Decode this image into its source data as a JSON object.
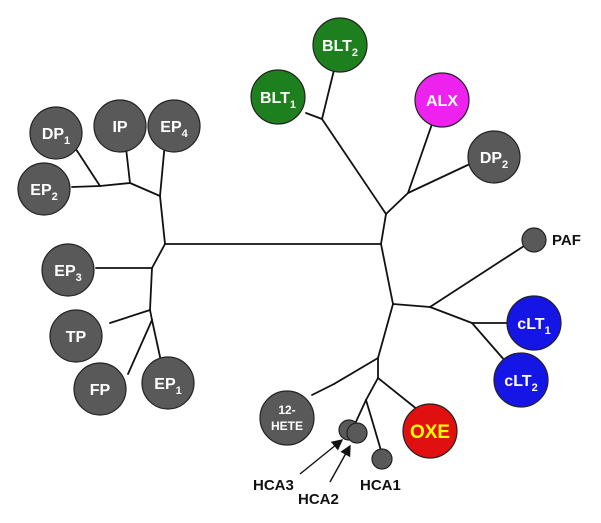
{
  "colors": {
    "grey": "#595959",
    "green": "#1e7f1e",
    "magenta": "#ee22ee",
    "blue": "#1515e6",
    "red": "#e01010",
    "yellow_text": "#ffff00",
    "line": "#111111"
  },
  "nodes": {
    "dp1": {
      "base": "DP",
      "sub": "1"
    },
    "ip": {
      "base": "IP",
      "sub": ""
    },
    "ep4": {
      "base": "EP",
      "sub": "4"
    },
    "ep2": {
      "base": "EP",
      "sub": "2"
    },
    "ep3": {
      "base": "EP",
      "sub": "3"
    },
    "tp": {
      "base": "TP",
      "sub": ""
    },
    "fp": {
      "base": "FP",
      "sub": ""
    },
    "ep1": {
      "base": "EP",
      "sub": "1"
    },
    "blt1": {
      "base": "BLT",
      "sub": "1"
    },
    "blt2": {
      "base": "BLT",
      "sub": "2"
    },
    "alx": {
      "base": "ALX",
      "sub": ""
    },
    "dp2": {
      "base": "DP",
      "sub": "2"
    },
    "clt1": {
      "base": "cLT",
      "sub": "1"
    },
    "clt2": {
      "base": "cLT",
      "sub": "2"
    },
    "oxe": {
      "base": "OXE",
      "sub": ""
    },
    "hete_line1": "12-",
    "hete_line2": "HETE"
  },
  "external_labels": {
    "paf": "PAF",
    "hca1": "HCA1",
    "hca2": "HCA2",
    "hca3": "HCA3"
  }
}
